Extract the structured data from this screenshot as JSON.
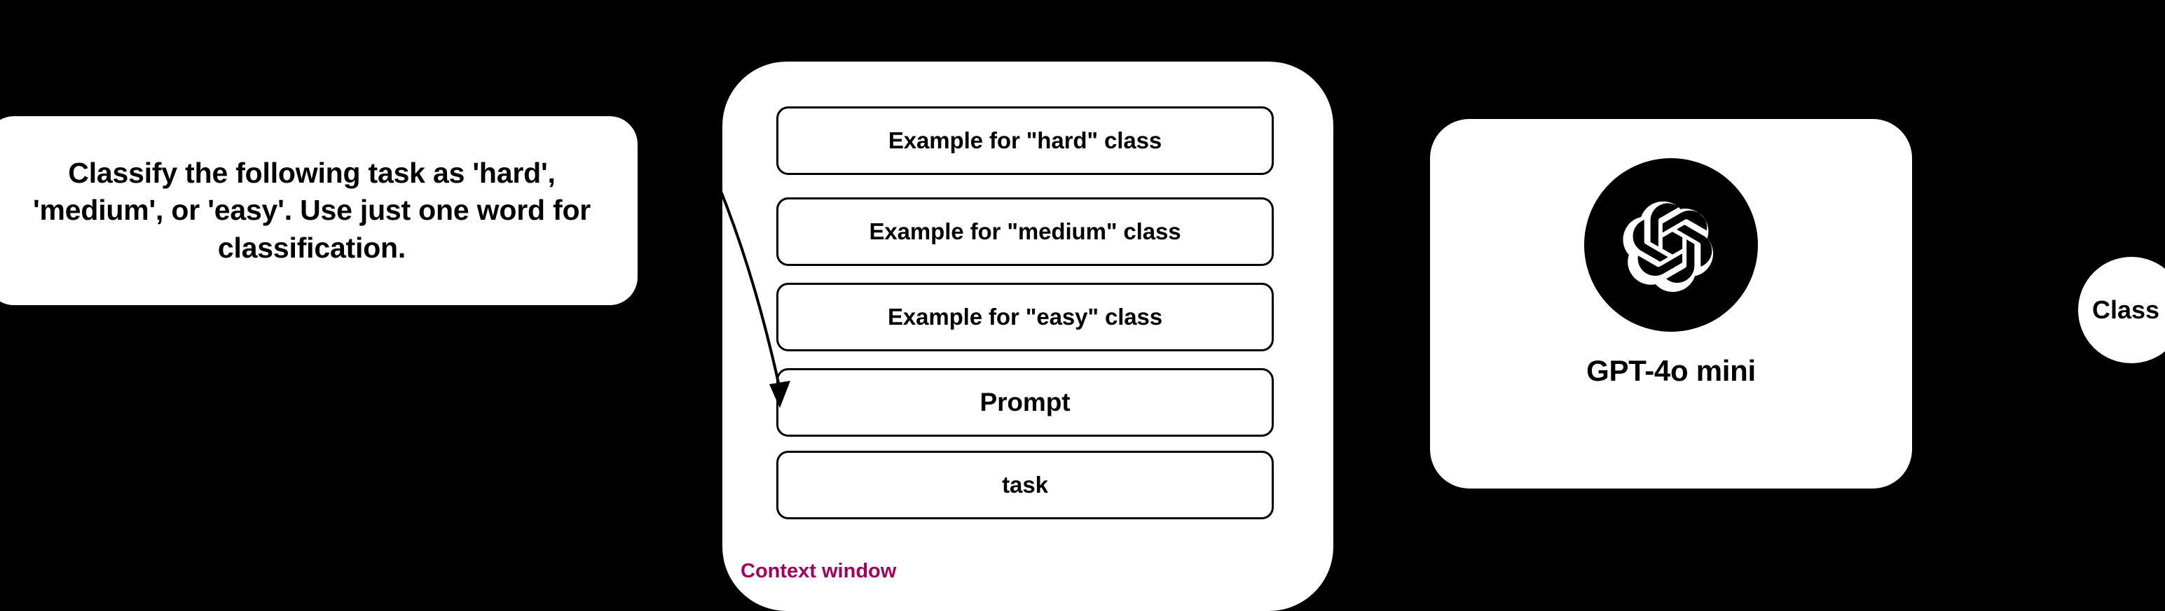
{
  "diagram": {
    "background_color": "#000000",
    "accent_color": "#A5005A",
    "prompt_card": {
      "text": "Classify the following task as 'hard', 'medium', or 'easy'. Use just one word for classification."
    },
    "context_window": {
      "caption": "Context window",
      "slots": [
        {
          "label": "Example for \"hard\" class"
        },
        {
          "label": "Example for \"medium\" class"
        },
        {
          "label": "Example for \"easy\" class"
        },
        {
          "label": "Prompt"
        },
        {
          "label": "task"
        }
      ]
    },
    "model_card": {
      "name": "GPT-4o mini",
      "logo": "openai-logo-icon"
    },
    "output": {
      "label": "Class"
    },
    "connector": {
      "name": "prompt-to-context-arrow"
    }
  }
}
